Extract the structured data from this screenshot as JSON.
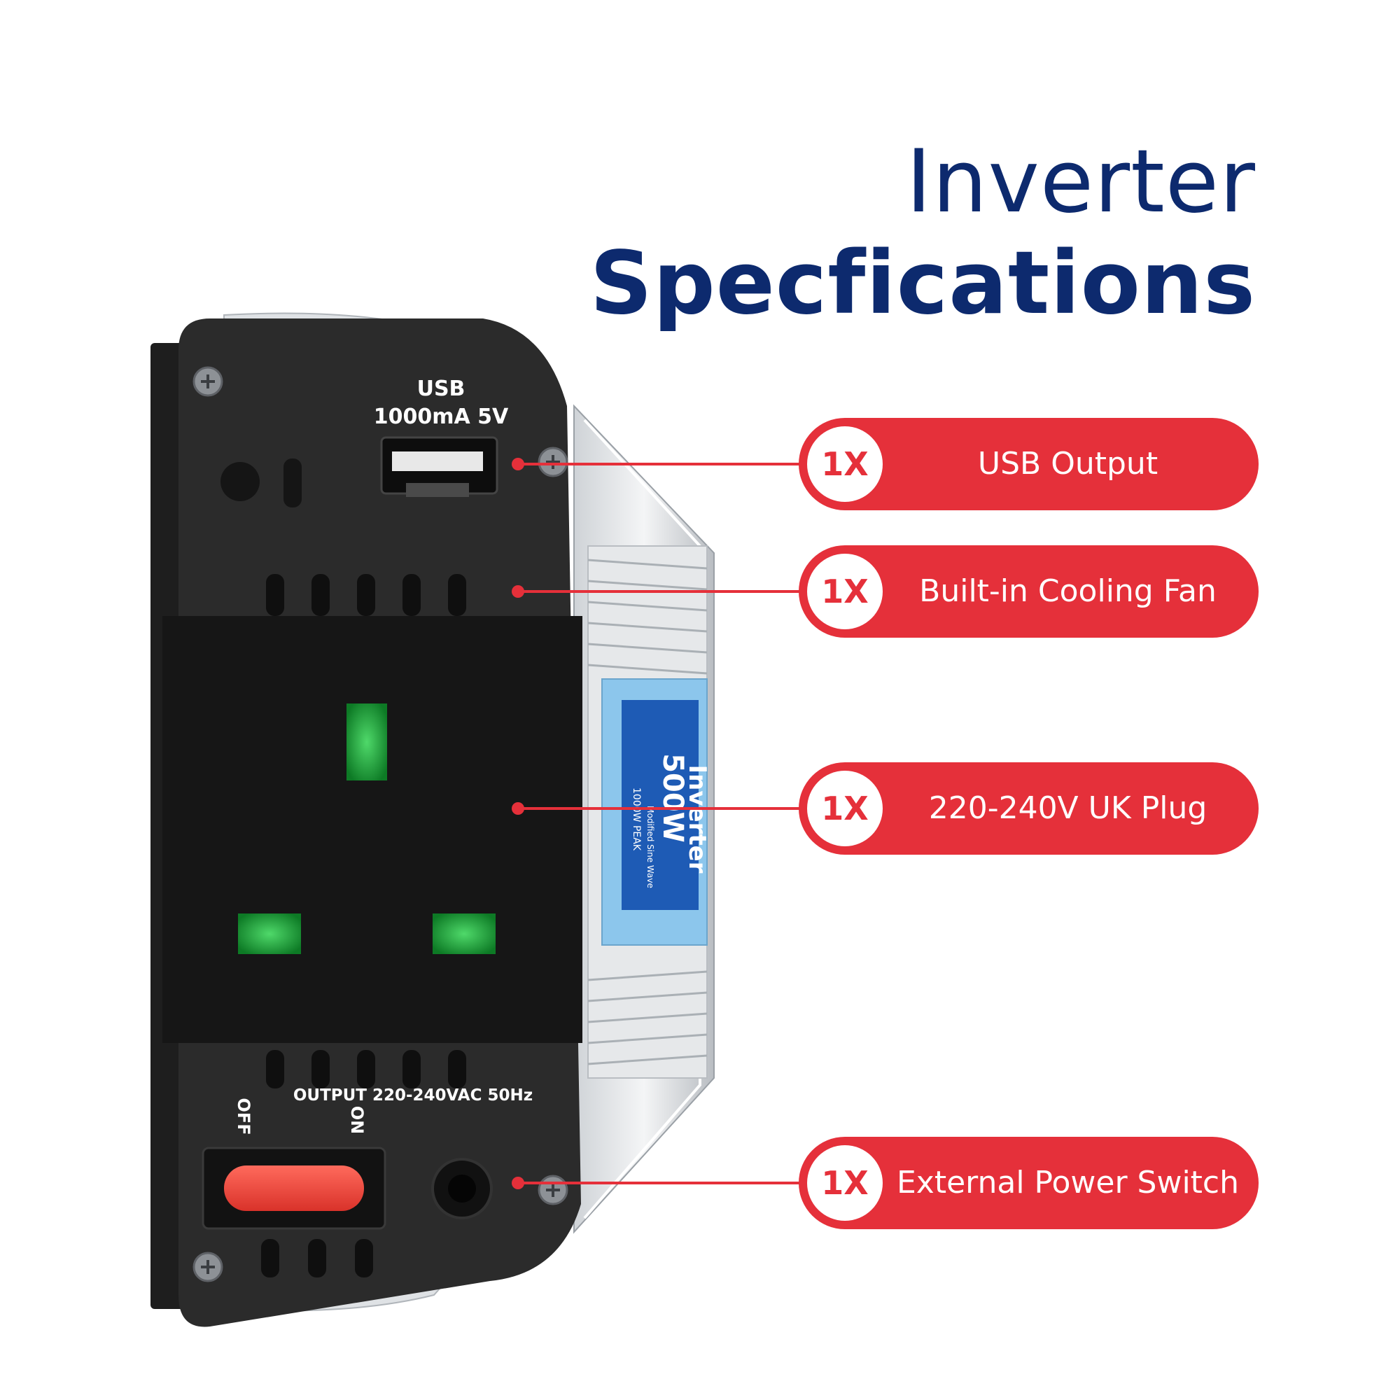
{
  "heading": {
    "line1": "Inverter",
    "line2": "Specfications"
  },
  "device": {
    "usb_label": "USB",
    "usb_spec": "1000mA 5V",
    "output_label": "OUTPUT 220-240VAC 50Hz",
    "switch_off": "OFF",
    "switch_on": "ON",
    "sticker_rating": "500W",
    "sticker_peak": "1000W PEAK",
    "sticker_title": "Inverter",
    "sticker_subtitle": "Modified Sine Wave"
  },
  "callouts": [
    {
      "badge": "1X",
      "label": "USB Output"
    },
    {
      "badge": "1X",
      "label": "Built-in Cooling Fan"
    },
    {
      "badge": "1X",
      "label": "220-240V UK Plug"
    },
    {
      "badge": "1X",
      "label": "External Power Switch"
    }
  ],
  "colors": {
    "navy": "#0d2a6e",
    "red": "#e5303a",
    "panel": "#2b2b2b",
    "sticker": "#8cc6ec",
    "switch": "#f0463b",
    "socket_green": "#1fa53a"
  }
}
